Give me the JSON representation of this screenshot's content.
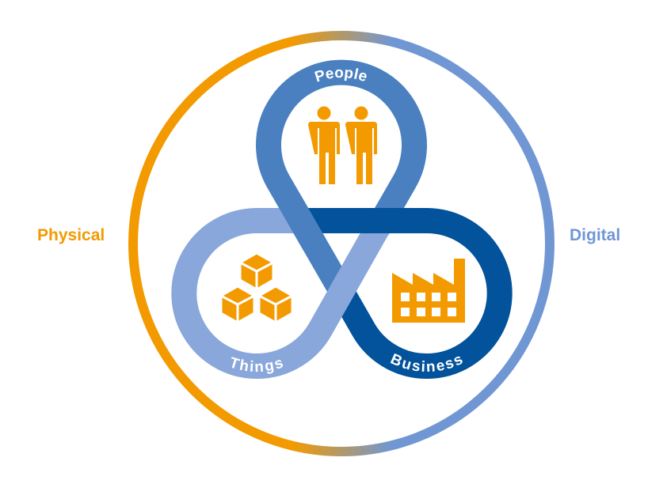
{
  "labels": {
    "physical": "Physical",
    "digital": "Digital",
    "people": "People",
    "things": "Things",
    "business": "Business"
  },
  "icons": {
    "people": "two-people-icon",
    "things": "stacked-cubes-icon",
    "business": "factory-icon"
  },
  "colors": {
    "physical": "#f39a00",
    "digital": "#7097d3",
    "people_loop": "#4a80bf",
    "things_loop": "#89a7db",
    "business_loop": "#02529c",
    "icon": "#f39a00"
  }
}
